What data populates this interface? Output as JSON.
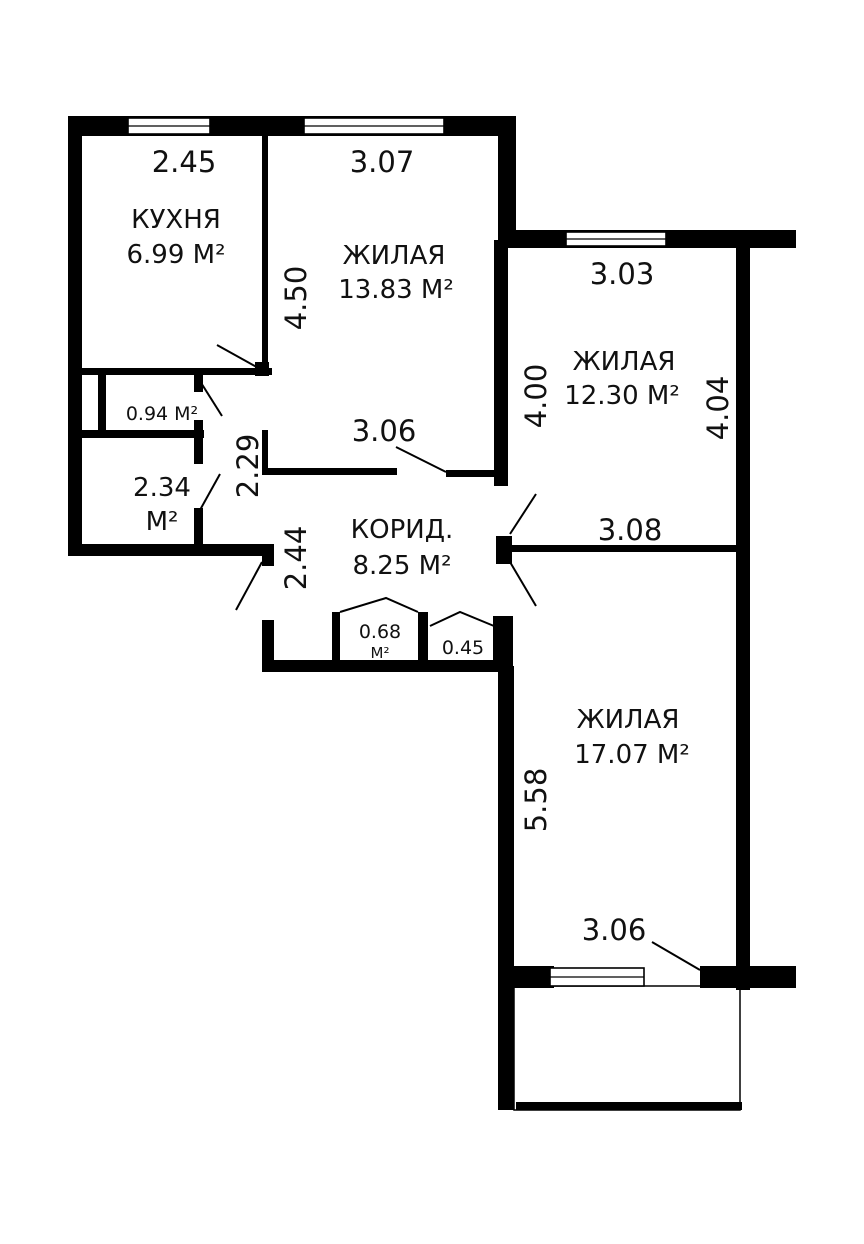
{
  "rooms": {
    "kitchen": {
      "name": "КУХНЯ",
      "area": "6.99 М²"
    },
    "living1": {
      "name": "ЖИЛАЯ",
      "area": "13.83 М²"
    },
    "living2": {
      "name": "ЖИЛАЯ",
      "area": "12.30 М²"
    },
    "living3": {
      "name": "ЖИЛАЯ",
      "area": "17.07 М²"
    },
    "corridor": {
      "name": "КОРИД.",
      "area": "8.25 М²"
    },
    "wc": {
      "area": "0.94 М²"
    },
    "bath": {
      "area_line1": "2.34",
      "area_line2": "М²"
    },
    "closet1": {
      "area_line1": "0.68",
      "area_line2": "М²"
    },
    "closet2": {
      "area": "0.45"
    }
  },
  "dimensions": {
    "kitchen_width": "2.45",
    "living1_top": "3.07",
    "living1_height": "4.50",
    "living1_bottom": "3.06",
    "living2_top": "3.03",
    "living2_left": "4.00",
    "living2_right": "4.04",
    "living2_bottom": "3.08",
    "hall_upper": "2.29",
    "hall_lower": "2.44",
    "living3_height": "5.58",
    "living3_bottom": "3.06"
  }
}
